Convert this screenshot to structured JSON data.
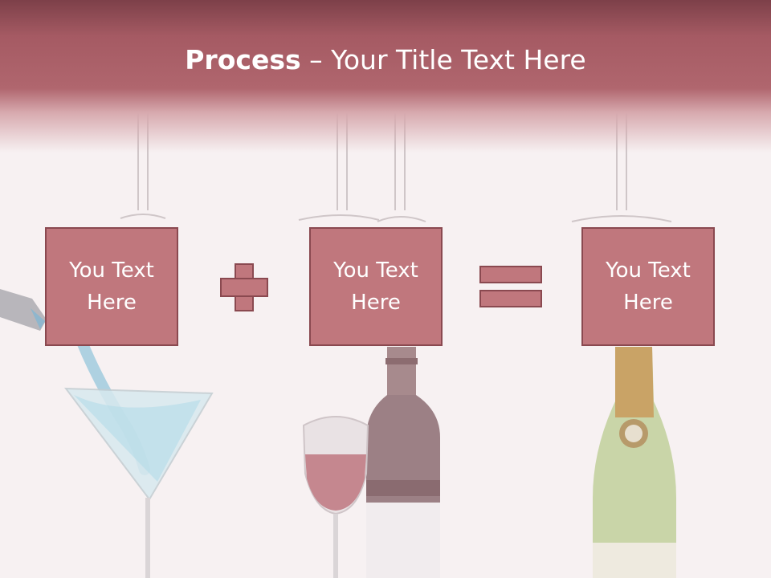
{
  "slide": {
    "title_bold": "Process",
    "title_rest": " – Your Title Text Here",
    "boxes": [
      {
        "line1": "You Text",
        "line2": "Here"
      },
      {
        "line1": "You Text",
        "line2": "Here"
      },
      {
        "line1": "You Text",
        "line2": "Here"
      }
    ],
    "operators": [
      "plus-icon",
      "equals-icon"
    ]
  },
  "colors": {
    "header": "#a55a63",
    "box_fill": "#c0777d",
    "box_border": "#8a4950",
    "background": "#f7f1f2"
  }
}
